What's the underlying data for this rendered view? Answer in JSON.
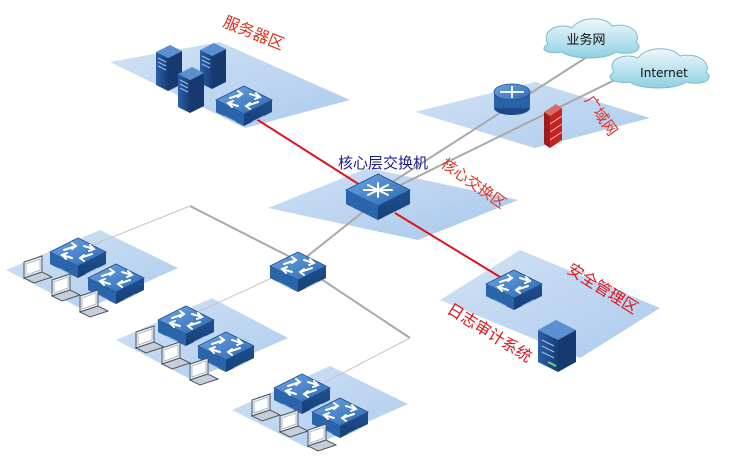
{
  "zones": {
    "server": "服务器区",
    "wan": "广域网",
    "core": "核心交换区",
    "security": "安全管理区"
  },
  "labels": {
    "core_switch": "核心层交换机",
    "log_audit": "日志审计系统"
  },
  "clouds": {
    "business": "业务网",
    "internet": "Internet"
  },
  "colors": {
    "zone_fill": "#a9c9ec",
    "device_blue": "#2f6eb6",
    "red_link": "#e0141e",
    "gray_link": "#a9a9a9",
    "label_red": "#e0321e",
    "label_navy": "#1c1c8c"
  }
}
